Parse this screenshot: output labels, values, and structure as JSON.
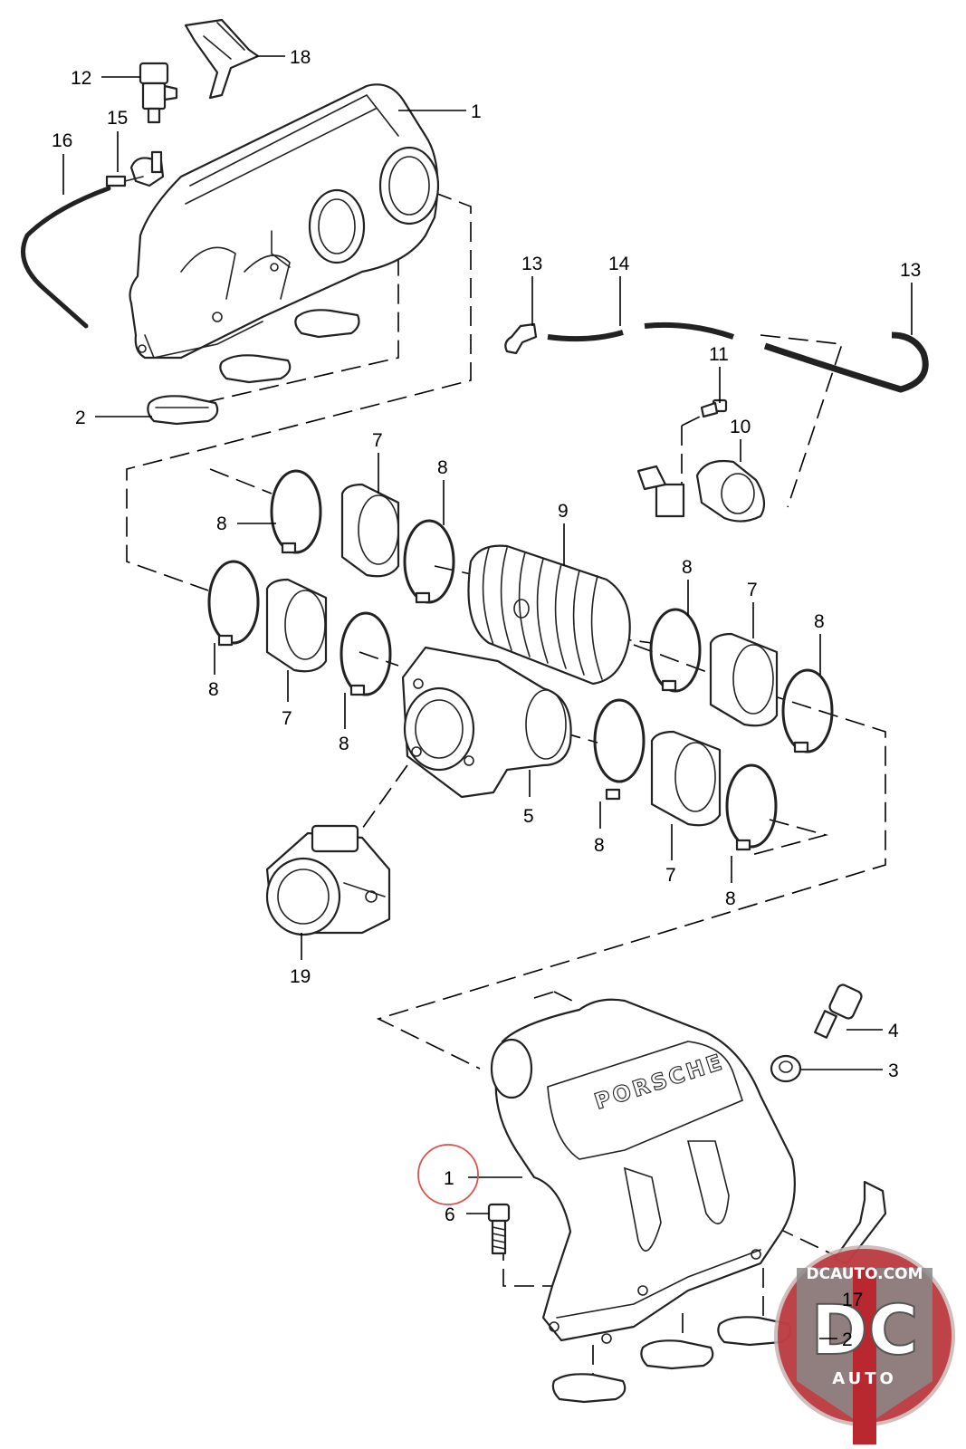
{
  "callouts": [
    {
      "id": "c1a",
      "text": "1"
    },
    {
      "id": "c2a",
      "text": "2"
    },
    {
      "id": "c12",
      "text": "12"
    },
    {
      "id": "c15",
      "text": "15"
    },
    {
      "id": "c16",
      "text": "16"
    },
    {
      "id": "c18",
      "text": "18"
    },
    {
      "id": "c13a",
      "text": "13"
    },
    {
      "id": "c14",
      "text": "14"
    },
    {
      "id": "c13b",
      "text": "13"
    },
    {
      "id": "c11",
      "text": "11"
    },
    {
      "id": "c10",
      "text": "10"
    },
    {
      "id": "c7a",
      "text": "7"
    },
    {
      "id": "c8a",
      "text": "8"
    },
    {
      "id": "c8b",
      "text": "8"
    },
    {
      "id": "c9",
      "text": "9"
    },
    {
      "id": "c8c",
      "text": "8"
    },
    {
      "id": "c7b",
      "text": "7"
    },
    {
      "id": "c8d",
      "text": "8"
    },
    {
      "id": "c8e",
      "text": "8"
    },
    {
      "id": "c7c",
      "text": "7"
    },
    {
      "id": "c8f",
      "text": "8"
    },
    {
      "id": "c5",
      "text": "5"
    },
    {
      "id": "c8g",
      "text": "8"
    },
    {
      "id": "c7d",
      "text": "7"
    },
    {
      "id": "c8h",
      "text": "8"
    },
    {
      "id": "c19",
      "text": "19"
    },
    {
      "id": "c4",
      "text": "4"
    },
    {
      "id": "c3",
      "text": "3"
    },
    {
      "id": "c1b",
      "text": "1"
    },
    {
      "id": "c6",
      "text": "6"
    },
    {
      "id": "c17",
      "text": "17"
    },
    {
      "id": "c2b",
      "text": "2"
    }
  ],
  "manifold_logo_text": "PORSCHE",
  "watermark": {
    "top_text": "DCAUTO.COM",
    "mid_text": "DC",
    "bottom_text": "AUTO"
  },
  "colors": {
    "highlight_circle": "#d9534f",
    "badge_red": "#b8282e",
    "badge_gray": "#8a8a8a"
  }
}
